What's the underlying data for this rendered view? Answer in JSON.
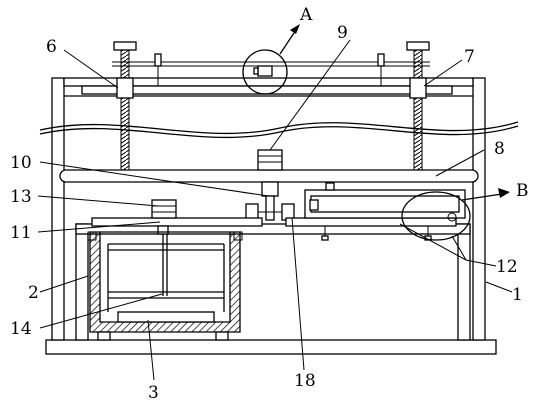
{
  "labels": {
    "l1": "1",
    "l2": "2",
    "l3": "3",
    "l6": "6",
    "l7": "7",
    "l8": "8",
    "l9": "9",
    "l10": "10",
    "l11": "11",
    "l12": "12",
    "l13": "13",
    "l14": "14",
    "l18": "18",
    "detailA": "A",
    "detailB": "B"
  }
}
